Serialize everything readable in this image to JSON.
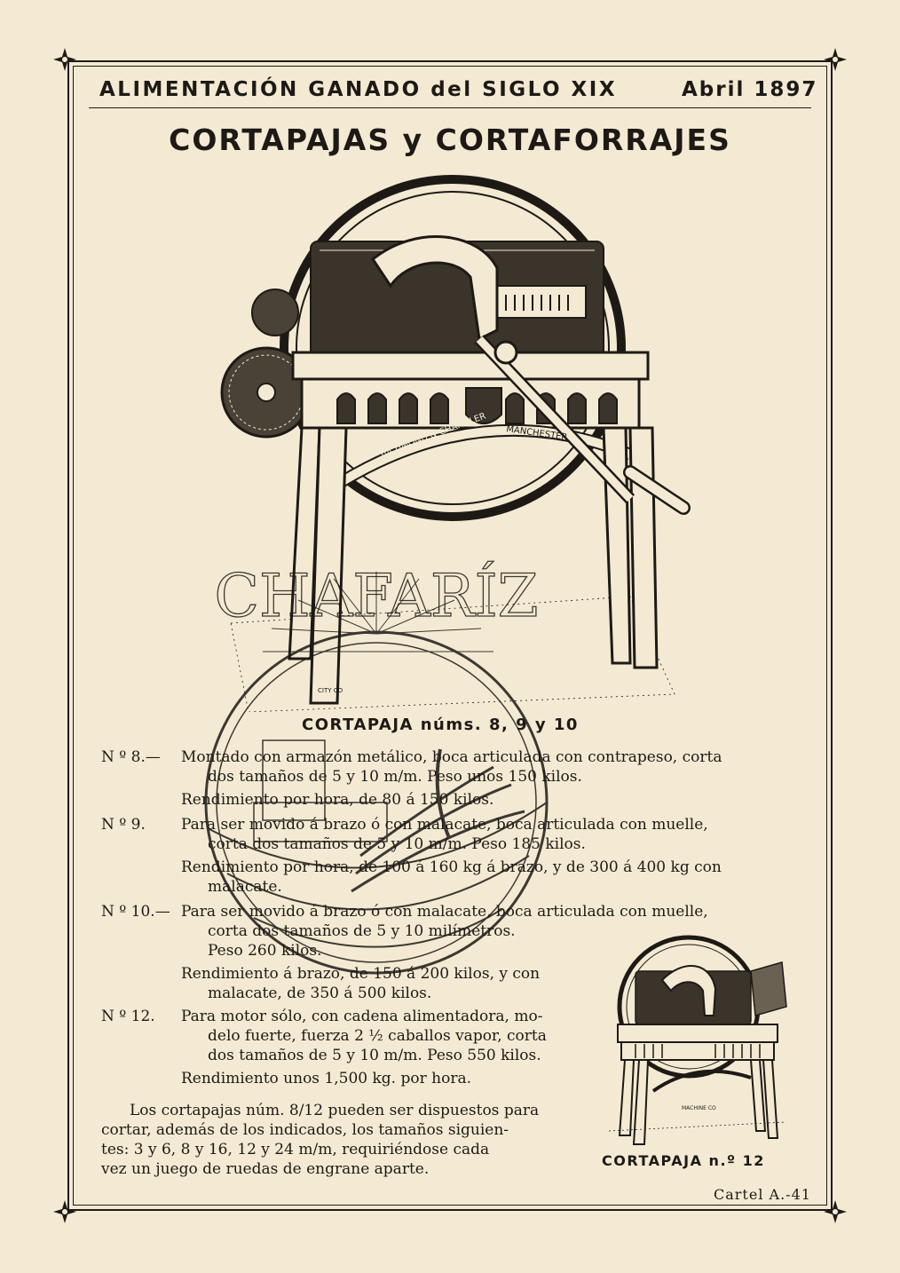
{
  "header": {
    "left": "ALIMENTACIÓN GANADO del SIGLO XIX",
    "right": "Abril 1897"
  },
  "title": "CORTAPAJAS y CORTAFORRAJES",
  "machine_main": {
    "plate_text": "RICHMOND & CHANDLER",
    "plate_text_2": "MANCHESTER",
    "engraver": "CITY CO"
  },
  "stamp_text": "CHAFARÍZ",
  "caption_main": "CORTAPAJA núms. 8, 9 y 10",
  "items": {
    "n8": {
      "label": "N º 8.—",
      "line1": "Montado con armazón metálico, boca articulada con contrapeso, corta",
      "line2": "dos tamaños de 5 y 10 m/m. Peso unos 150 kilos.",
      "line3": "Rendimiento por hora, de 80 á 150 kilos."
    },
    "n9": {
      "label": "N º 9.",
      "line1": "Para ser movido á brazo ó con malacate, boca articulada con muelle,",
      "line2": "corta dos tamaños de 5 y 10 m/m. Peso 185 kilos.",
      "line3": "Rendimiento por hora, de 100 á 160 kg á brazo, y de 300 á 400 kg con",
      "line4": "malacate."
    },
    "n10": {
      "label": "N º 10.—",
      "line1": "Para ser movido á brazo ó con malacate, boca articulada con muelle,",
      "line2": "corta dos tamaños de 5 y 10 milímetros.",
      "line3": "Peso 260 kilos.",
      "line4": "Rendimiento á brazo, de 150 á 200 kilos, y con",
      "line5": "malacate, de 350 á 500 kilos."
    },
    "n12": {
      "label": "N º 12.",
      "line1": "Para motor sólo, con cadena alimentadora, mo-",
      "line2": "delo fuerte, fuerza 2 ½ caballos vapor, corta",
      "line3": "dos tamaños de 5 y 10 m/m. Peso 550 kilos.",
      "line4": "Rendimiento unos 1,500 kg. por hora."
    }
  },
  "closing": {
    "line1": "Los cortapajas núm. 8/12 pueden ser dispuestos para",
    "line2": "cortar, además de los indicados, los tamaños siguien-",
    "line3": "tes: 3 y 6, 8 y 16, 12 y 24 m/m, requiriéndose cada",
    "line4": "vez un juego de ruedas de engrane aparte."
  },
  "caption_small": "CORTAPAJA n.º 12",
  "machine_small": {
    "engraver": "MACHINE CO"
  },
  "footer": "Cartel A.-41",
  "colors": {
    "paper": "#f4ead3",
    "ink": "#1d1a16"
  }
}
